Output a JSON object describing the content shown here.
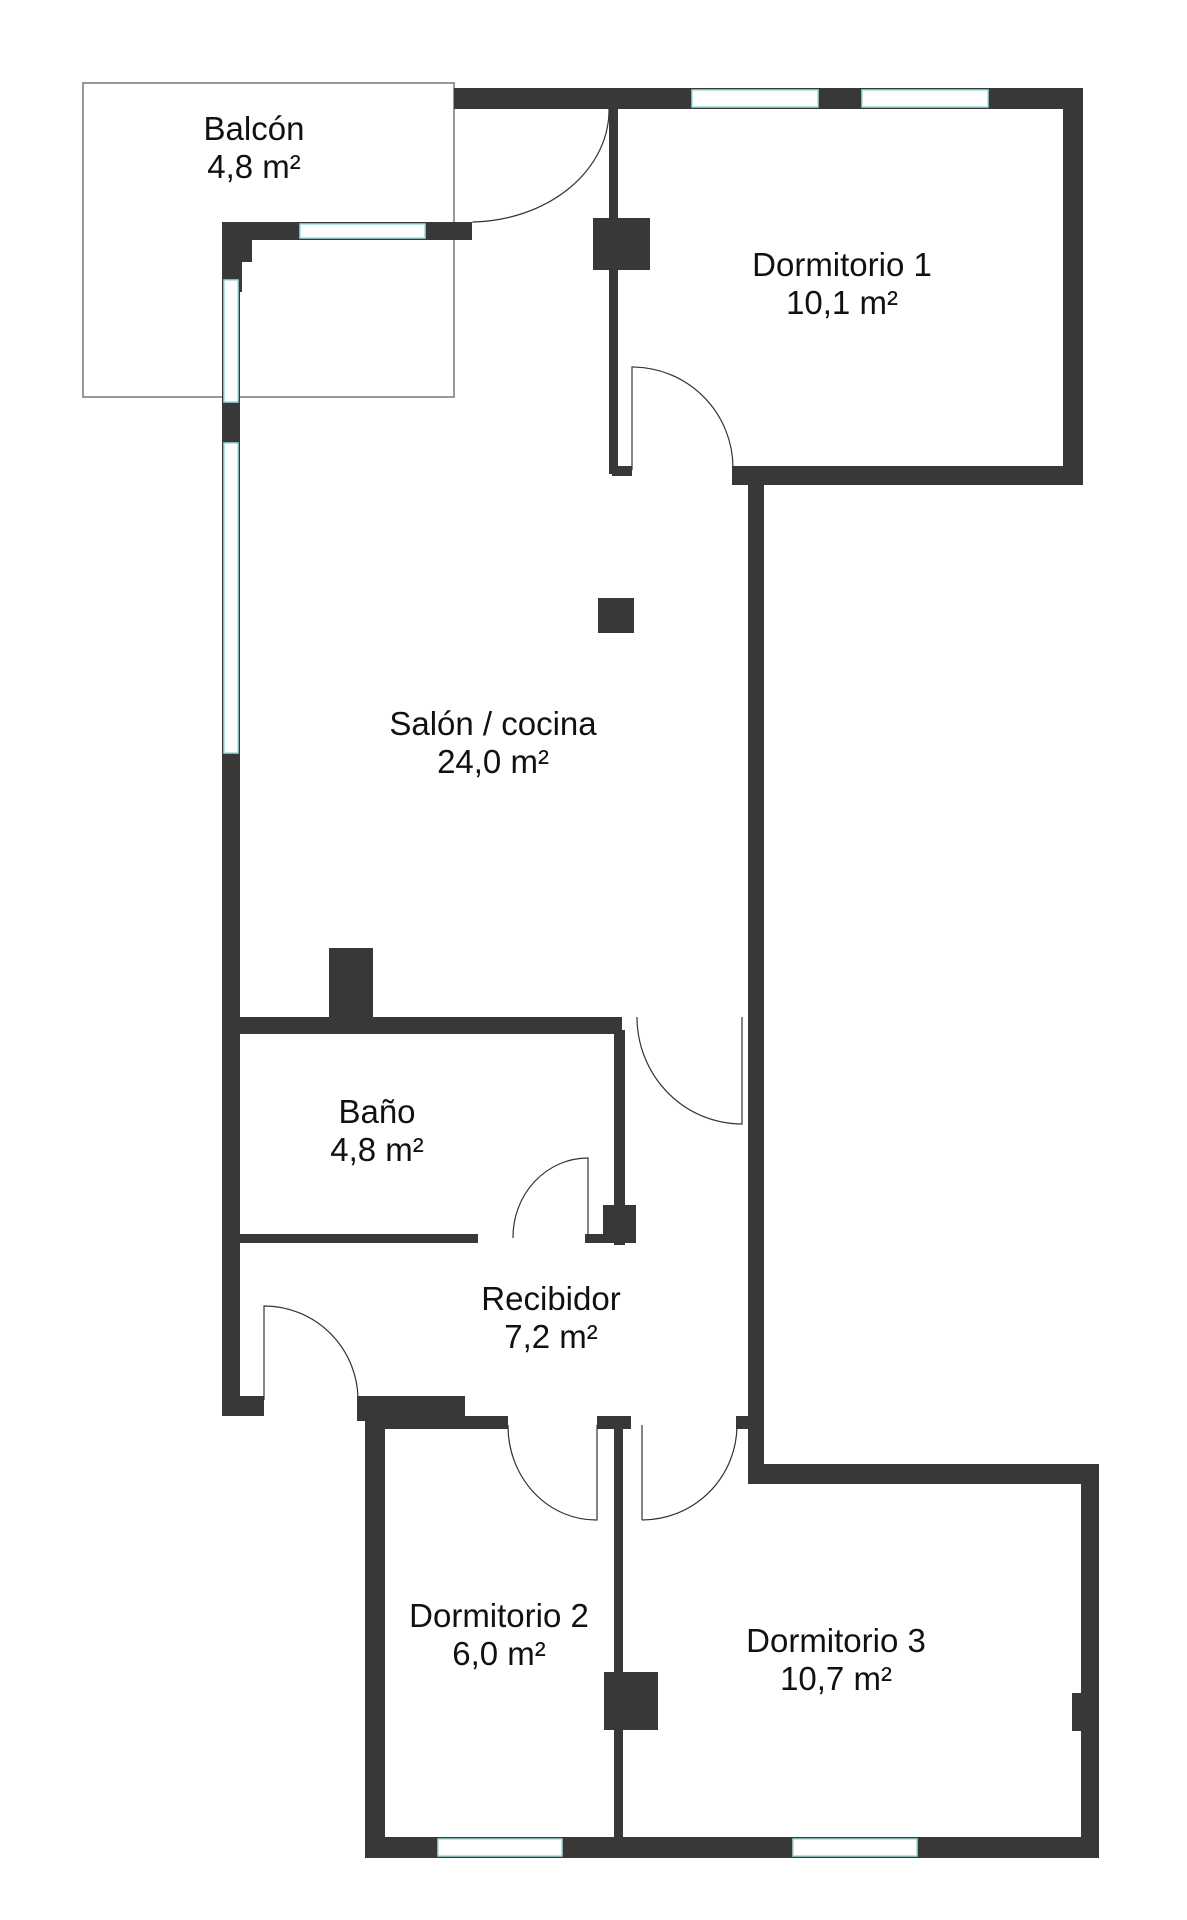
{
  "floorplan": {
    "wall_color": "#383838",
    "window_color": "#9fdede",
    "rooms": [
      {
        "name": "Balcón",
        "area": "4,8 m²"
      },
      {
        "name": "Dormitorio 1",
        "area": "10,1 m²"
      },
      {
        "name": "Salón / cocina",
        "area": "24,0 m²"
      },
      {
        "name": "Baño",
        "area": "4,8 m²"
      },
      {
        "name": "Recibidor",
        "area": "7,2 m²"
      },
      {
        "name": "Dormitorio 2",
        "area": "6,0 m²"
      },
      {
        "name": "Dormitorio 3",
        "area": "10,7 m²"
      }
    ]
  }
}
